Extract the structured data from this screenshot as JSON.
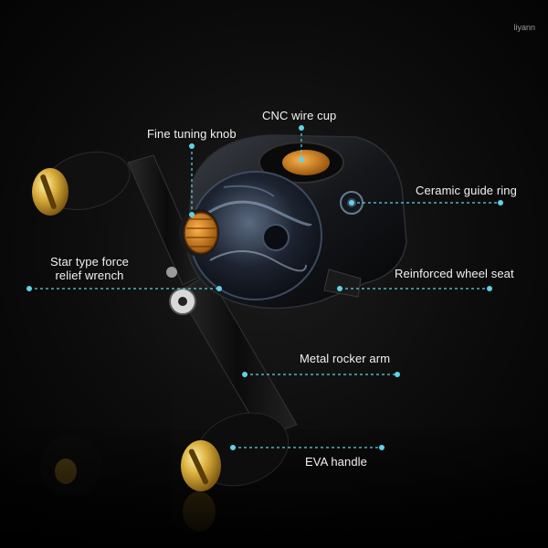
{
  "watermark": "liyann",
  "colors": {
    "background": "#050505",
    "callout_line": "#5fd2e8",
    "label_text": "#f2f2f2",
    "accent_orange": "#e0851f",
    "gold_knob": "#c9a33a"
  },
  "product": {
    "subject": "baitcasting fishing reel",
    "icon": "fishing-reel"
  },
  "callouts": {
    "cnc_wire_cup": "CNC wire cup",
    "fine_tuning_knob": "Fine tuning knob",
    "ceramic_guide_ring": "Ceramic guide ring",
    "star_drag_line1": "Star type force",
    "star_drag_line2": "relief wrench",
    "reinforced_wheel_seat": "Reinforced wheel seat",
    "metal_rocker_arm": "Metal rocker arm",
    "eva_handle": "EVA handle"
  }
}
